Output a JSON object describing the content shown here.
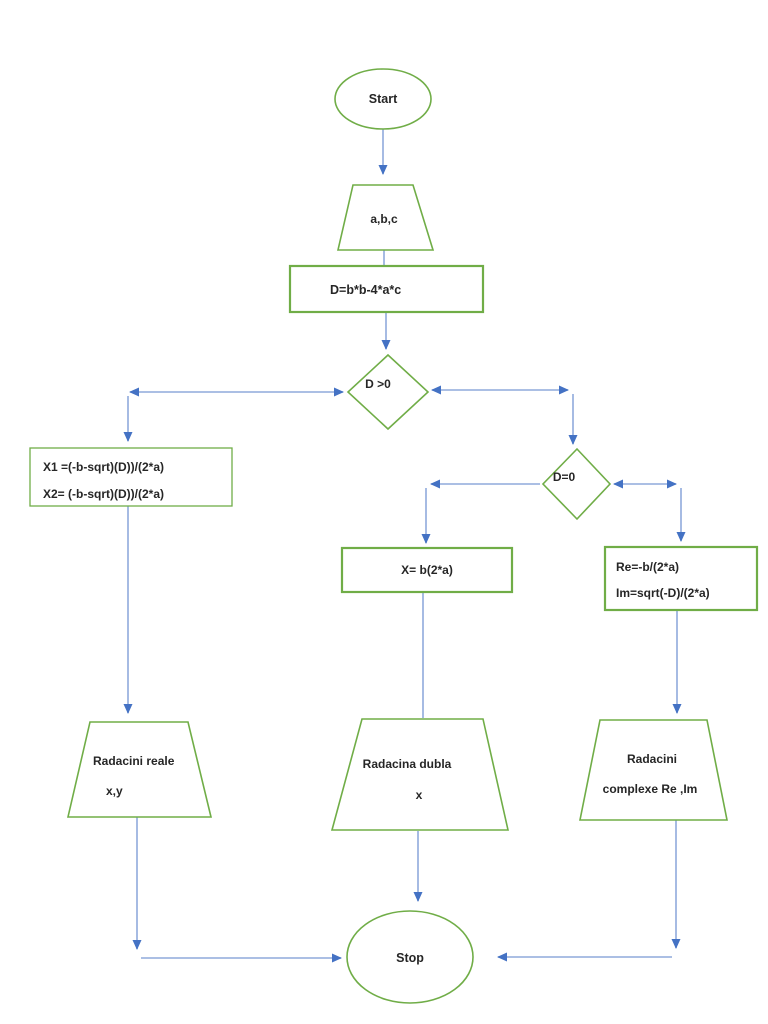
{
  "diagram": {
    "type": "flowchart",
    "topic": "Quadratic equation roots algorithm",
    "colors": {
      "shape_stroke_green": "#70ad47",
      "edge_line_blue": "#8faadc",
      "arrowhead_blue": "#4472c4",
      "text": "#262626",
      "background": "#ffffff"
    },
    "nodes": {
      "start": {
        "type": "terminator",
        "label": "Start"
      },
      "input_abc": {
        "type": "input-trapezoid",
        "label": "a,b,c"
      },
      "discriminant": {
        "type": "process",
        "label": "D=b*b-4*a*c"
      },
      "d_gt_0": {
        "type": "decision",
        "label": "D >0"
      },
      "x1x2": {
        "type": "process",
        "lines": [
          "X1 =(-b-sqrt)(D))/(2*a)",
          "X2= (-b-sqrt)(D))/(2*a)"
        ]
      },
      "d_eq_0": {
        "type": "decision",
        "label": "D=0"
      },
      "x_double": {
        "type": "process",
        "label": "X= b(2*a)"
      },
      "re_im": {
        "type": "process",
        "lines": [
          "Re=-b/(2*a)",
          "Im=sqrt(-D)/(2*a)"
        ]
      },
      "out_real": {
        "type": "output-trapezoid",
        "lines": [
          "Radacini reale",
          "x,y"
        ]
      },
      "out_double": {
        "type": "output-trapezoid",
        "lines": [
          "Radacina dubla",
          "x"
        ]
      },
      "out_complex": {
        "type": "output-trapezoid",
        "lines": [
          "Radacini",
          "complexe Re ,Im"
        ]
      },
      "stop": {
        "type": "terminator",
        "label": "Stop"
      }
    },
    "edges": [
      {
        "from": "start",
        "to": "input_abc",
        "arrowheads": "end"
      },
      {
        "from": "input_abc",
        "to": "discriminant",
        "arrowheads": "none"
      },
      {
        "from": "discriminant",
        "to": "d_gt_0",
        "arrowheads": "end"
      },
      {
        "from": "d_gt_0",
        "to": "x1x2",
        "arrowheads": "both-on-horizontal-then-down"
      },
      {
        "from": "x1x2",
        "to": "out_real",
        "arrowheads": "end"
      },
      {
        "from": "out_real",
        "to": "stop",
        "arrowheads": "down-then-right"
      },
      {
        "from": "d_gt_0",
        "to": "d_eq_0",
        "arrowheads": "both-on-horizontal-then-down"
      },
      {
        "from": "d_eq_0",
        "to": "x_double",
        "arrowheads": "left-then-down"
      },
      {
        "from": "x_double",
        "to": "out_double",
        "arrowheads": "none"
      },
      {
        "from": "out_double",
        "to": "stop",
        "arrowheads": "end"
      },
      {
        "from": "d_eq_0",
        "to": "re_im",
        "arrowheads": "both-on-horizontal-then-down"
      },
      {
        "from": "re_im",
        "to": "out_complex",
        "arrowheads": "end"
      },
      {
        "from": "out_complex",
        "to": "stop",
        "arrowheads": "down-then-left"
      }
    ]
  }
}
